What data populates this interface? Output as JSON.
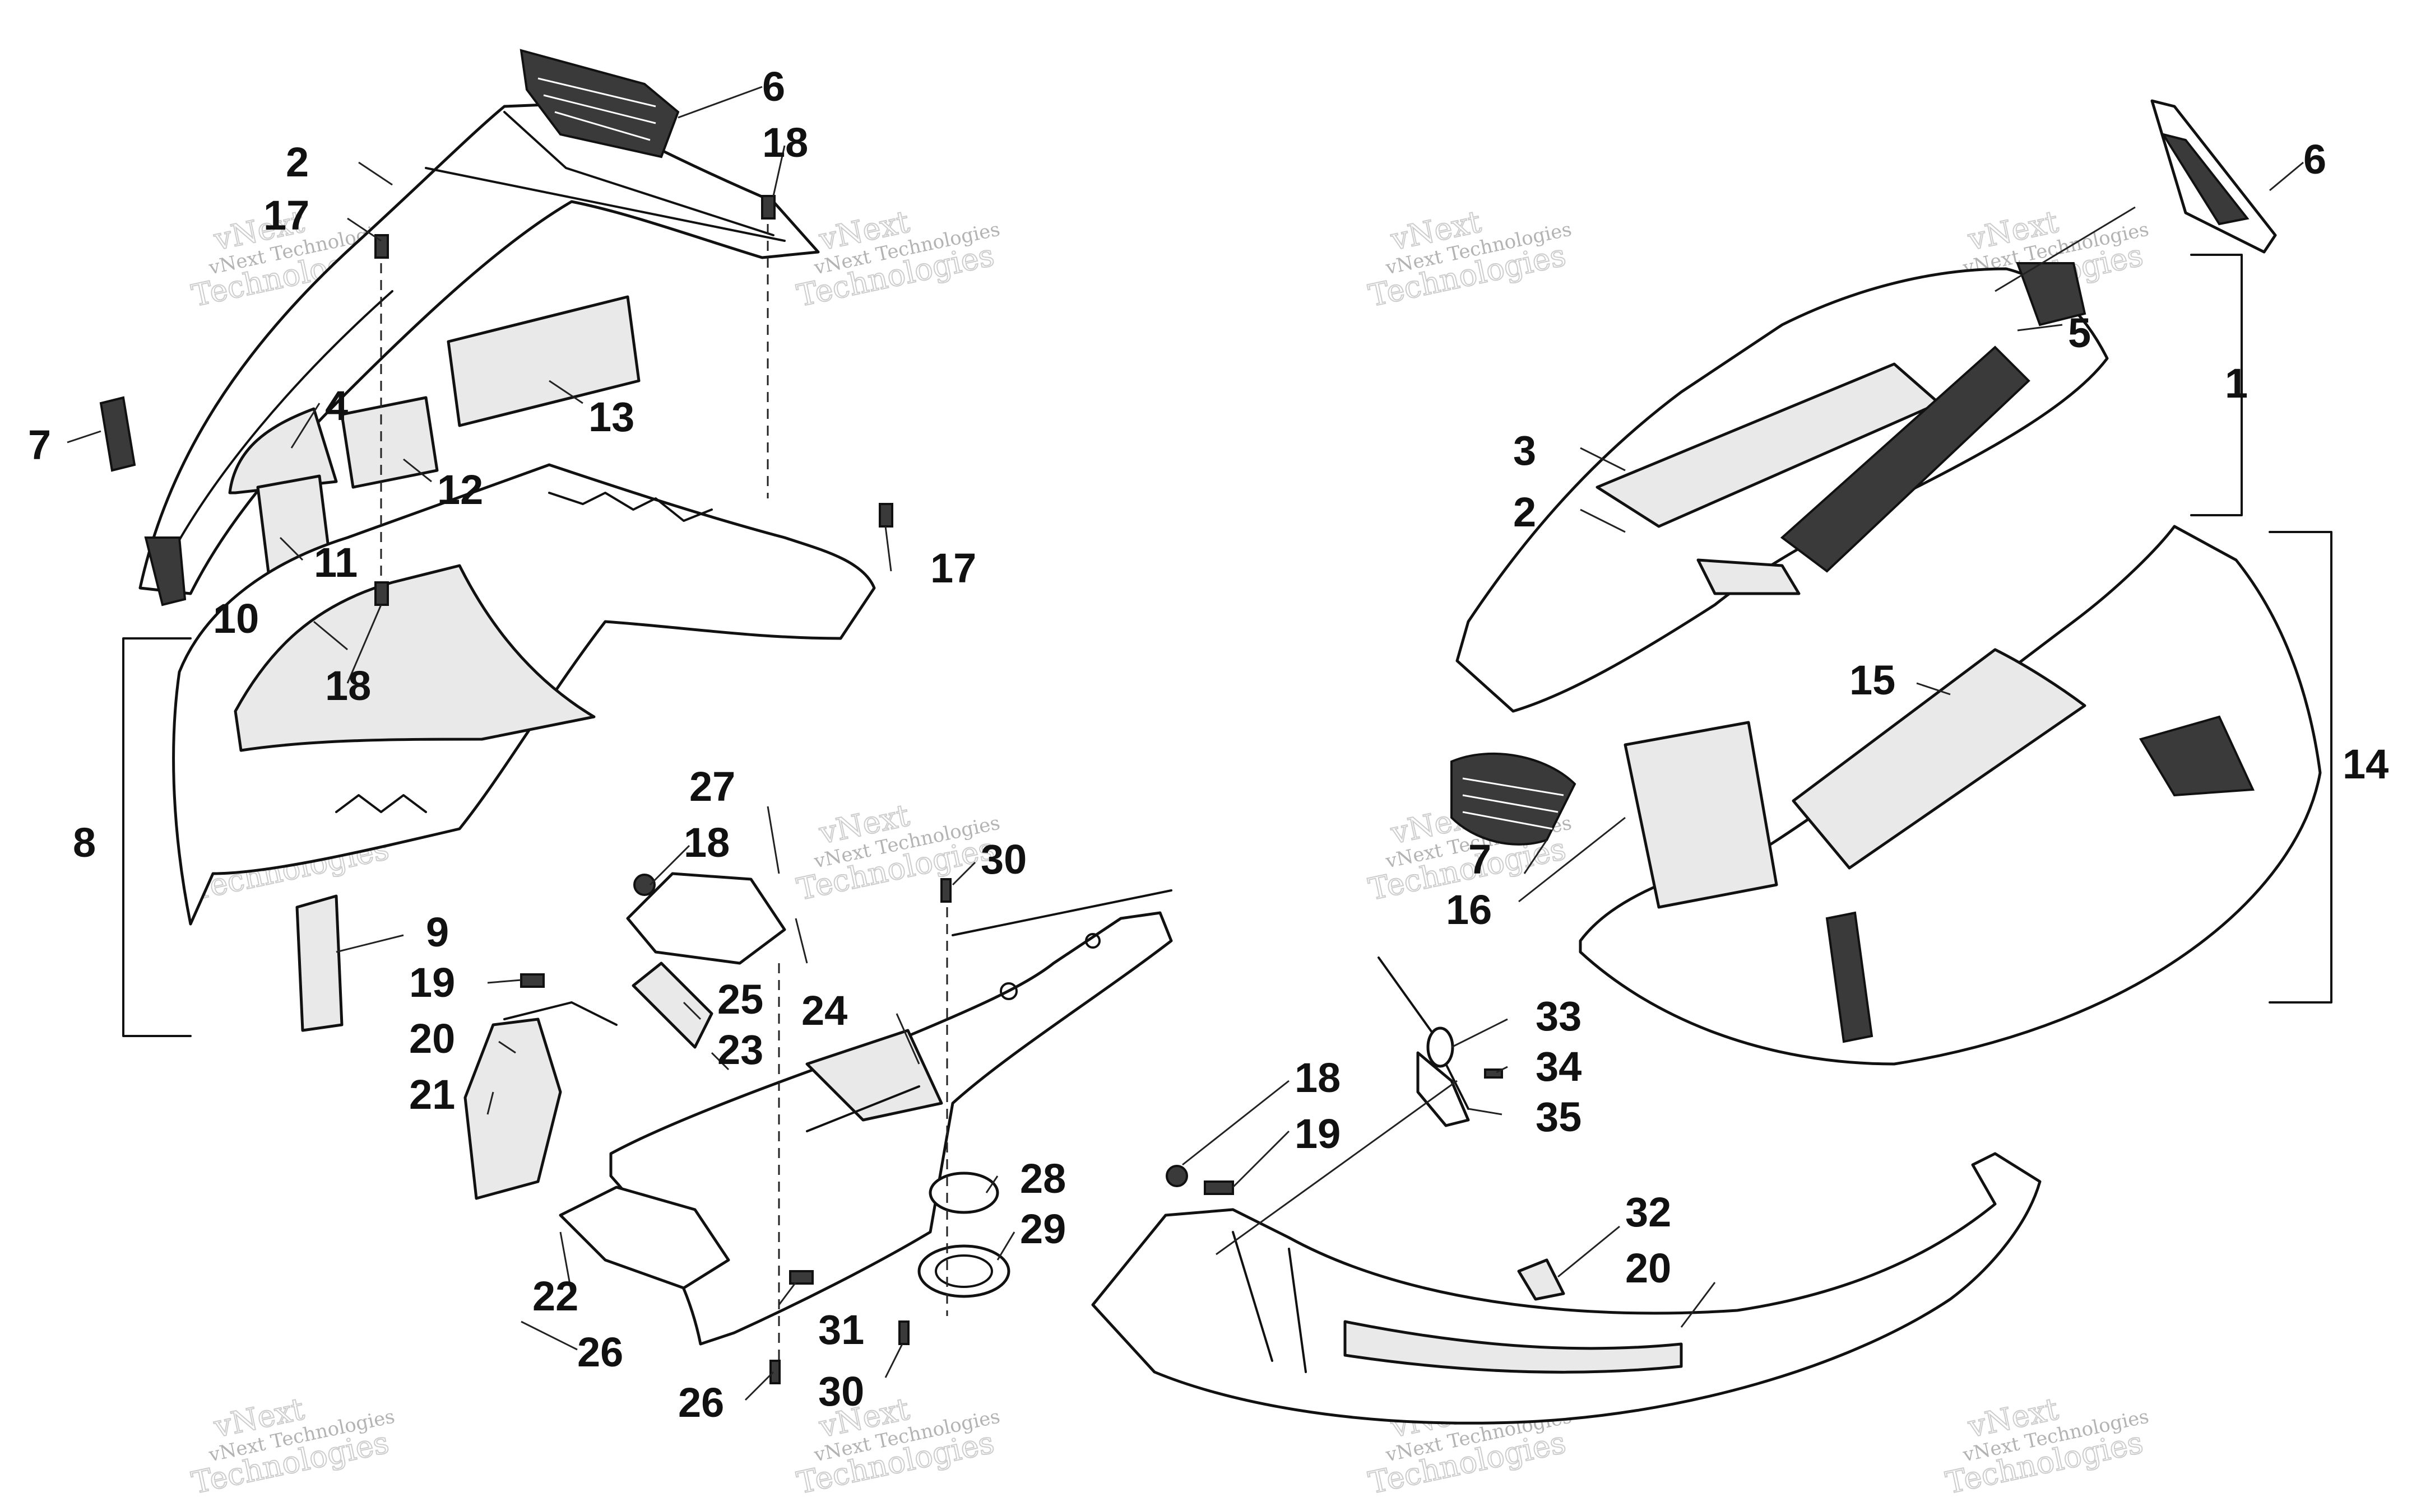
{
  "watermark": {
    "line1": "vNext",
    "line2": "vNext Technologies",
    "line3": "Technologies"
  },
  "callouts": [
    "1",
    "2",
    "3",
    "4",
    "5",
    "6",
    "7",
    "8",
    "9",
    "10",
    "11",
    "12",
    "13",
    "14",
    "15",
    "16",
    "17",
    "18",
    "19",
    "20",
    "21",
    "22",
    "23",
    "24",
    "25",
    "26",
    "27",
    "28",
    "29",
    "30",
    "31",
    "32",
    "33",
    "34",
    "35"
  ],
  "labels": [
    {
      "id": "6",
      "text": "6"
    },
    {
      "id": "2",
      "text": "2"
    },
    {
      "id": "18",
      "text": "18"
    },
    {
      "id": "17",
      "text": "17"
    },
    {
      "id": "4",
      "text": "4"
    },
    {
      "id": "13",
      "text": "13"
    },
    {
      "id": "7",
      "text": "7"
    },
    {
      "id": "12",
      "text": "12"
    },
    {
      "id": "11",
      "text": "11"
    },
    {
      "id": "17b",
      "text": "17"
    },
    {
      "id": "10",
      "text": "10"
    },
    {
      "id": "18b",
      "text": "18"
    },
    {
      "id": "8",
      "text": "8"
    },
    {
      "id": "27",
      "text": "27"
    },
    {
      "id": "18c",
      "text": "18"
    },
    {
      "id": "30",
      "text": "30"
    },
    {
      "id": "9",
      "text": "9"
    },
    {
      "id": "19",
      "text": "19"
    },
    {
      "id": "25",
      "text": "25"
    },
    {
      "id": "24",
      "text": "24"
    },
    {
      "id": "20",
      "text": "20"
    },
    {
      "id": "23",
      "text": "23"
    },
    {
      "id": "21",
      "text": "21"
    },
    {
      "id": "28",
      "text": "28"
    },
    {
      "id": "29",
      "text": "29"
    },
    {
      "id": "22",
      "text": "22"
    },
    {
      "id": "31",
      "text": "31"
    },
    {
      "id": "26",
      "text": "26"
    },
    {
      "id": "26b",
      "text": "26"
    },
    {
      "id": "30b",
      "text": "30"
    },
    {
      "id": "6b",
      "text": "6"
    },
    {
      "id": "5",
      "text": "5"
    },
    {
      "id": "1",
      "text": "1"
    },
    {
      "id": "3",
      "text": "3"
    },
    {
      "id": "2b",
      "text": "2"
    },
    {
      "id": "15",
      "text": "15"
    },
    {
      "id": "14",
      "text": "14"
    },
    {
      "id": "7b",
      "text": "7"
    },
    {
      "id": "16",
      "text": "16"
    },
    {
      "id": "33",
      "text": "33"
    },
    {
      "id": "34",
      "text": "34"
    },
    {
      "id": "35",
      "text": "35"
    },
    {
      "id": "18d",
      "text": "18"
    },
    {
      "id": "19b",
      "text": "19"
    },
    {
      "id": "32",
      "text": "32"
    },
    {
      "id": "20b",
      "text": "20"
    }
  ]
}
